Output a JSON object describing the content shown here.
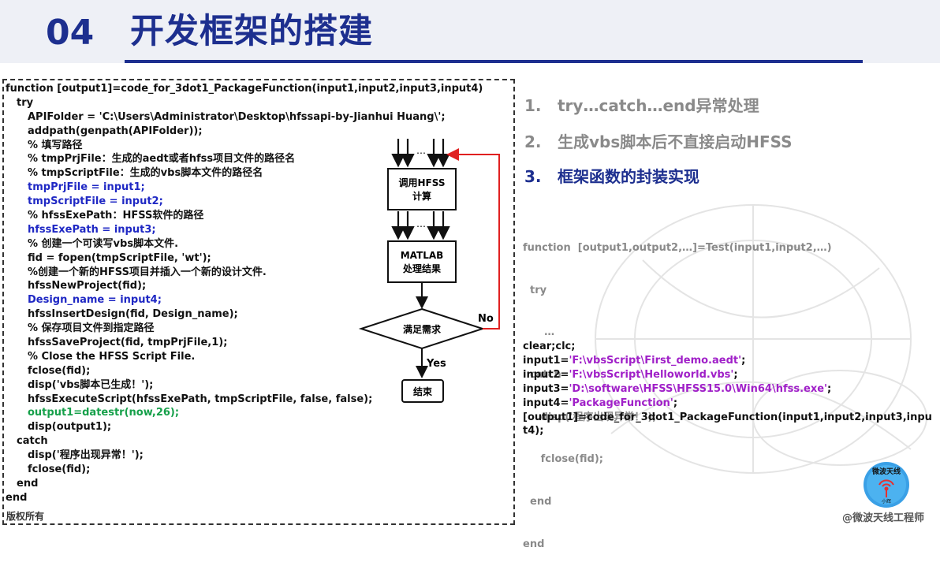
{
  "header": {
    "section_number": "04",
    "section_title": "开发框架的搭建"
  },
  "code": {
    "lines": [
      {
        "text": "function [output1]=code_for_3dot1_PackageFunction(input1,input2,input3,input4)",
        "indent": 0,
        "color": "default"
      },
      {
        "text": "try",
        "indent": 1,
        "color": "default"
      },
      {
        "text": "APIFolder = 'C:\\Users\\Administrator\\Desktop\\hfssapi-by-Jianhui Huang\\';",
        "indent": 2,
        "color": "default"
      },
      {
        "text": "addpath(genpath(APIFolder));",
        "indent": 2,
        "color": "default"
      },
      {
        "text": "% 填写路径",
        "indent": 2,
        "color": "default"
      },
      {
        "text": "% tmpPrjFile：生成的aedt或者hfss项目文件的路径名",
        "indent": 2,
        "color": "default"
      },
      {
        "text": "% tmpScriptFile：生成的vbs脚本文件的路径名",
        "indent": 2,
        "color": "default"
      },
      {
        "text": "tmpPrjFile = input1;",
        "indent": 2,
        "color": "blue"
      },
      {
        "text": "tmpScriptFile = input2;",
        "indent": 2,
        "color": "blue"
      },
      {
        "text": "% hfssExePath：HFSS软件的路径",
        "indent": 2,
        "color": "default"
      },
      {
        "text": "hfssExePath = input3;",
        "indent": 2,
        "color": "blue"
      },
      {
        "text": "% 创建一个可读写vbs脚本文件.",
        "indent": 2,
        "color": "default"
      },
      {
        "text": "fid = fopen(tmpScriptFile, 'wt');",
        "indent": 2,
        "color": "default"
      },
      {
        "text": "%创建一个新的HFSS项目并插入一个新的设计文件.",
        "indent": 2,
        "color": "default"
      },
      {
        "text": "hfssNewProject(fid);",
        "indent": 2,
        "color": "default"
      },
      {
        "text": "Design_name = input4;",
        "indent": 2,
        "color": "blue"
      },
      {
        "text": "hfssInsertDesign(fid, Design_name);",
        "indent": 2,
        "color": "default"
      },
      {
        "text": "% 保存项目文件到指定路径",
        "indent": 2,
        "color": "default"
      },
      {
        "text": "hfssSaveProject(fid, tmpPrjFile,1);",
        "indent": 2,
        "color": "default"
      },
      {
        "text": "% Close the HFSS Script File.",
        "indent": 2,
        "color": "default"
      },
      {
        "text": "fclose(fid);",
        "indent": 2,
        "color": "default"
      },
      {
        "text": "disp('vbs脚本已生成！');",
        "indent": 2,
        "color": "default"
      },
      {
        "text": "hfssExecuteScript(hfssExePath, tmpScriptFile, false, false);",
        "indent": 2,
        "color": "default"
      },
      {
        "text": "output1=datestr(now,26);",
        "indent": 2,
        "color": "green"
      },
      {
        "text": "disp(output1);",
        "indent": 2,
        "color": "default"
      },
      {
        "text": "catch",
        "indent": 1,
        "color": "default"
      },
      {
        "text": "disp('程序出现异常！');",
        "indent": 2,
        "color": "default"
      },
      {
        "text": "fclose(fid);",
        "indent": 2,
        "color": "default"
      },
      {
        "text": "end",
        "indent": 1,
        "color": "default"
      },
      {
        "text": "end",
        "indent": 0,
        "color": "default"
      }
    ]
  },
  "flowchart": {
    "ellipsis": "…",
    "box1": [
      "调用HFSS",
      "计算"
    ],
    "box2": [
      "MATLAB",
      "处理结果"
    ],
    "decision": "满足需求",
    "no_label": "No",
    "yes_label": "Yes",
    "end_box": "结束"
  },
  "copyright": "版权所有",
  "list": [
    {
      "num": "1.",
      "text": "try…catch…end异常处理",
      "highlight": false
    },
    {
      "num": "2.",
      "text": "生成vbs脚本后不直接启动HFSS",
      "highlight": false
    },
    {
      "num": "3.",
      "text": "框架函数的封装实现",
      "highlight": true
    }
  ],
  "sample": {
    "lines": [
      "function  [output1,output2,…]=Test(input1,input2,…)",
      "  try",
      "      …",
      "  catch",
      "     disp('程序出现异常！');",
      "     fclose(fid);",
      "  end",
      "end"
    ]
  },
  "calls": {
    "l1": "clear;clc;",
    "in1_key": "input1=",
    "in1_val": "'F:\\vbsScript\\First_demo.aedt'",
    "semi": ";",
    "in2_key": "input2=",
    "in2_val": "'F:\\vbsScript\\Helloworld.vbs'",
    "in3_key": "input3=",
    "in3_val": "'D:\\software\\HFSS\\HFSS15.0\\Win64\\hfss.exe'",
    "in4_key": "input4=",
    "in4_val": "'PackageFunction'",
    "last": "[output1]=code_for_3dot1_PackageFunction(input1,input2,input3,input4);"
  },
  "logo": {
    "top_text": "微波天线",
    "bottom_text": "小辉",
    "caption": "@微波天线工程师"
  },
  "colors": {
    "brand_blue": "#1d2f8f",
    "code_blue": "#1f28c4",
    "code_green": "#16a04a",
    "string_purple": "#a020c8",
    "arrow_red": "#e02020"
  }
}
